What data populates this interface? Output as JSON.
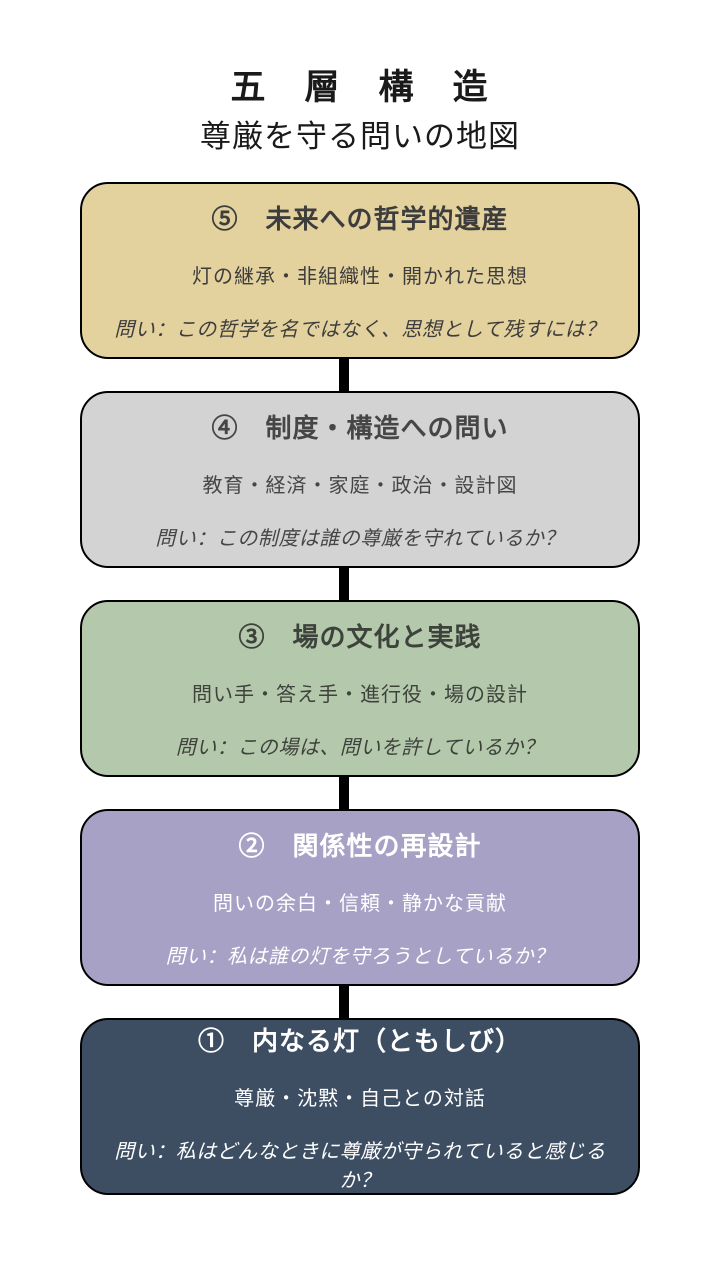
{
  "header": {
    "title": "五　層　構　造",
    "subtitle": "尊厳を守る問いの地図"
  },
  "connector_color": "#000000",
  "layers": [
    {
      "id": "layer-5",
      "number": "⑤",
      "title": "⑤　未来への哲学的遺産",
      "keywords": "灯の継承・非組織性・開かれた思想",
      "question": "問い：この哲学を名ではなく、思想として残すには？",
      "bg": "#e3d19e",
      "fg": "#3d3d3d",
      "border": "#000000"
    },
    {
      "id": "layer-4",
      "number": "④",
      "title": "④　制度・構造への問い",
      "keywords": "教育・経済・家庭・政治・設計図",
      "question": "問い：この制度は誰の尊厳を守れているか？",
      "bg": "#d3d3d3",
      "fg": "#464646",
      "border": "#000000"
    },
    {
      "id": "layer-3",
      "number": "③",
      "title": "③　場の文化と実践",
      "keywords": "問い手・答え手・進行役・場の設計",
      "question": "問い：この場は、問いを許しているか？",
      "bg": "#b4c8ac",
      "fg": "#3d423b",
      "border": "#000000"
    },
    {
      "id": "layer-2",
      "number": "②",
      "title": "②　関係性の再設計",
      "keywords": "問いの余白・信頼・静かな貢献",
      "question": "問い：私は誰の灯を守ろうとしているか？",
      "bg": "#a8a1c6",
      "fg": "#ffffff",
      "border": "#000000"
    },
    {
      "id": "layer-1",
      "number": "①",
      "title": "①　内なる灯（ともしび）",
      "keywords": "尊厳・沈黙・自己との対話",
      "question": "問い：私はどんなときに尊厳が守られていると感じるか？",
      "bg": "#3d4e63",
      "fg": "#ffffff",
      "border": "#000000"
    }
  ]
}
